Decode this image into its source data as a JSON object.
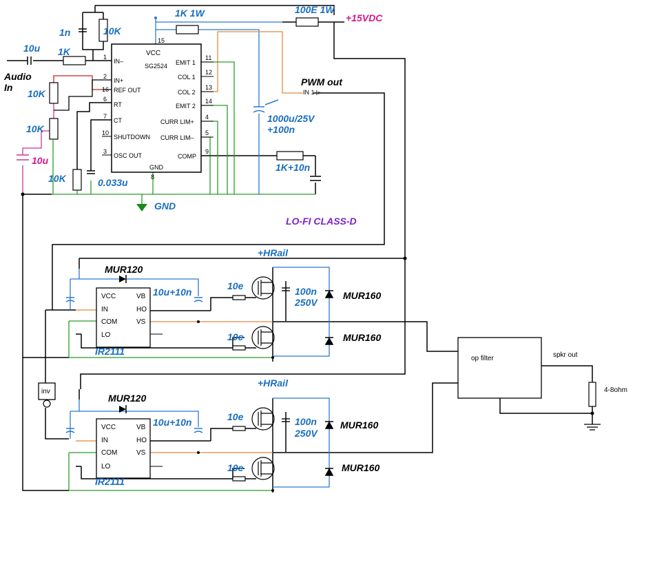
{
  "colors": {
    "wire": "#000000",
    "blue": "#2a78d0",
    "green": "#2a9a2a",
    "orange": "#e8883a",
    "red": "#cc2222",
    "magenta": "#cc3399",
    "navy": "#1a1a9a",
    "gnd_arrow": "#1a8a1a"
  },
  "labels": {
    "supply": "+15VDC",
    "r_100e": "100E 1W",
    "r_1k1w": "1K  1W",
    "cap_1n": "1n",
    "r_10k_top": "10K",
    "cap_10u_in": "10u",
    "r_1k_in": "1K",
    "audio": "Audio",
    "audio_in": "In",
    "r_10k_a": "10K",
    "r_10k_b": "10K",
    "cap_10u_mag": "10u",
    "r_10k_c": "10K",
    "cap_0033u": "0.033u",
    "gnd": "GND",
    "pwm_out": "PWM out",
    "pwm_pin_tag": "IN 1 ▷",
    "cap_1000u": "1000u/25V",
    "cap_100n": "+100n",
    "rc_1k10n": "1K+10n",
    "title": "LO-FI CLASS-D",
    "hrail1": "+HRail",
    "hrail2": "+HRail",
    "mur120_1": "MUR120",
    "mur120_2": "MUR120",
    "boot1": "10u+10n",
    "boot2": "10u+10n",
    "gate_r1": "10e",
    "gate_r2": "10e",
    "gate_r3": "10e",
    "gate_r4": "10e",
    "snub1a": "100n",
    "snub1b": "250V",
    "snub2a": "100n",
    "snub2b": "250V",
    "mur160_1": "MUR160",
    "mur160_2": "MUR160",
    "mur160_3": "MUR160",
    "mur160_4": "MUR160",
    "driver1": "IR2111",
    "driver2": "IR2111",
    "inv": "inv",
    "op_filter": "op filter",
    "spkr_out": "spkr out",
    "load": "4-8ohm"
  },
  "sg2524": {
    "name": "SG2524",
    "vcc": "VCC",
    "gnd": "GND",
    "left_pins": [
      {
        "num": "1",
        "name": "IN–"
      },
      {
        "num": "2",
        "name": "IN+"
      },
      {
        "num": "16",
        "name": "REF OUT"
      },
      {
        "num": "6",
        "name": "RT"
      },
      {
        "num": "7",
        "name": "CT"
      },
      {
        "num": "10",
        "name": "SHUTDOWN"
      },
      {
        "num": "3",
        "name": "OSC OUT"
      }
    ],
    "right_pins": [
      {
        "num": "11",
        "name": "EMIT 1"
      },
      {
        "num": "12",
        "name": "COL 1"
      },
      {
        "num": "13",
        "name": "COL 2"
      },
      {
        "num": "14",
        "name": "EMIT 2"
      },
      {
        "num": "4",
        "name": "CURR LIM+"
      },
      {
        "num": "5",
        "name": "CURR LIM–"
      },
      {
        "num": "9",
        "name": "COMP"
      }
    ],
    "top_pin": "15",
    "bottom_pin": "8"
  },
  "ir2111": {
    "left_pins": [
      "VCC",
      "IN",
      "COM",
      "LO"
    ],
    "right_pins": [
      "VB",
      "HO",
      "VS"
    ]
  }
}
